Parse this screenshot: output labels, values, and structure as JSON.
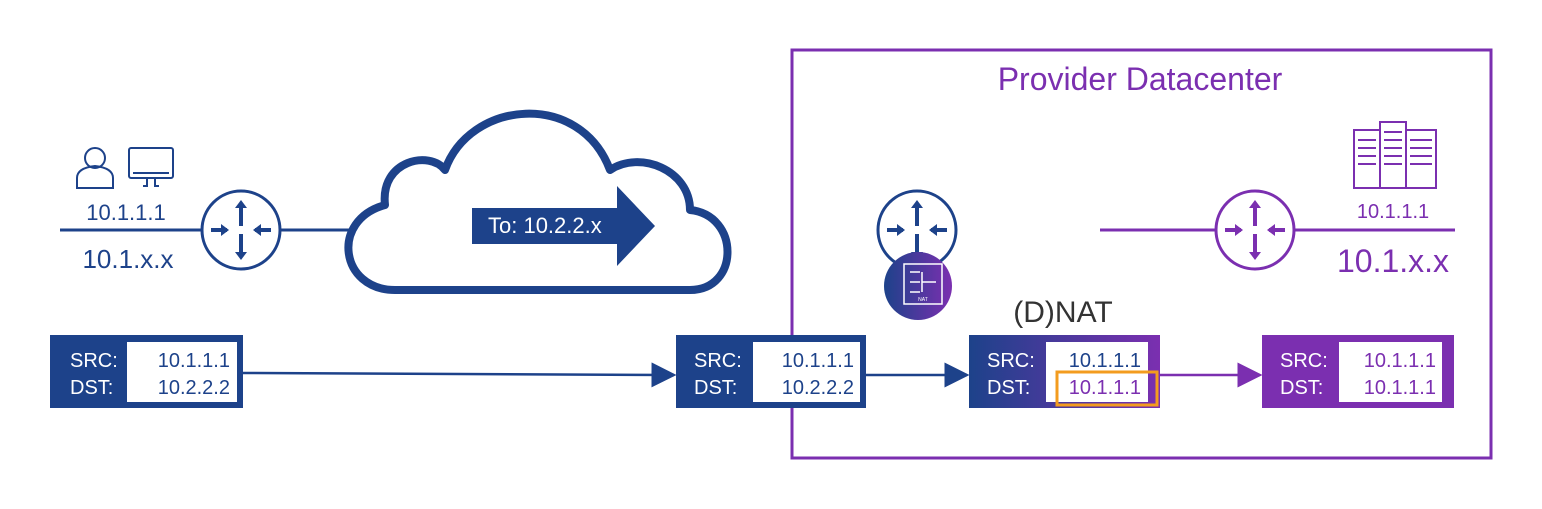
{
  "colors": {
    "blue": "#1d428a",
    "purple": "#7b2fb0",
    "highlight": "#f39c1f",
    "text_dark": "#333333"
  },
  "datacenter": {
    "title": "Provider Datacenter"
  },
  "client": {
    "host_ip": "10.1.1.1",
    "network": "10.1.x.x",
    "icons": [
      "user-icon",
      "monitor-icon"
    ]
  },
  "cloud": {
    "arrow_label": "To: 10.2.2.x"
  },
  "server": {
    "host_ip": "10.1.1.1",
    "network": "10.1.x.x",
    "icon": "server-rack-icon"
  },
  "nat": {
    "label": "(D)NAT",
    "icon_text": "NAT"
  },
  "packets": [
    {
      "src_label": "SRC:",
      "src": "10.1.1.1",
      "dst_label": "DST:",
      "dst": "10.2.2.2"
    },
    {
      "src_label": "SRC:",
      "src": "10.1.1.1",
      "dst_label": "DST:",
      "dst": "10.2.2.2"
    },
    {
      "src_label": "SRC:",
      "src": "10.1.1.1",
      "dst_label": "DST:",
      "dst": "10.1.1.1",
      "dst_highlighted": true
    },
    {
      "src_label": "SRC:",
      "src": "10.1.1.1",
      "dst_label": "DST:",
      "dst": "10.1.1.1"
    }
  ]
}
